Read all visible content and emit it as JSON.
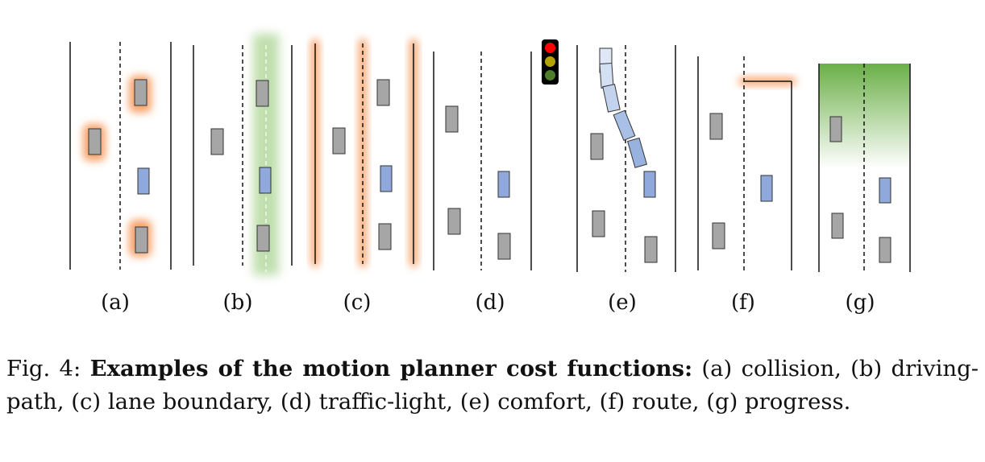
{
  "figure": {
    "panel_labels": [
      "(a)",
      "(b)",
      "(c)",
      "(d)",
      "(e)",
      "(f)",
      "(g)"
    ]
  },
  "colors": {
    "ego_vehicle": "#8fa9dc",
    "other_vehicle": "#a6a6a6",
    "cost_highlight": "#f7a36a",
    "progress_green": "#6aaf47",
    "path_green": "#b9dca6",
    "traffic_light_red": "#ff0000",
    "traffic_light_yellow": "#b5a200",
    "traffic_light_green": "#4d7d2a"
  },
  "caption": {
    "prefix": "Fig. 4: ",
    "title": "Examples of the motion planner cost functions:",
    "body": " (a) collision, (b) driving-path, (c) lane boundary, (d) traffic-light, (e) comfort, (f) route, (g) progress."
  }
}
